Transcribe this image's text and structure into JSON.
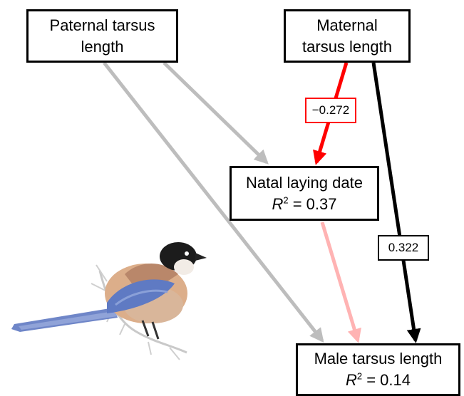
{
  "nodes": {
    "paternal": {
      "line1": "Paternal tarsus",
      "line2": "length"
    },
    "maternal": {
      "line1": "Maternal",
      "line2": "tarsus length"
    },
    "natal": {
      "label": "Natal laying date",
      "r2_symbol": "R",
      "r2_sup": "2",
      "r2_value": " = 0.37"
    },
    "male": {
      "label": "Male tarsus length",
      "r2_symbol": "R",
      "r2_sup": "2",
      "r2_value": " = 0.14"
    }
  },
  "coefficients": {
    "maternal_to_natal": "−0.272",
    "maternal_to_male": "0.322"
  },
  "colors": {
    "negative": "#ff0000",
    "negative_faint": "#ffb3b3",
    "positive": "#000000",
    "nonsignificant": "#bdbdbd"
  },
  "illustration": "azure-winged-magpie-bird"
}
